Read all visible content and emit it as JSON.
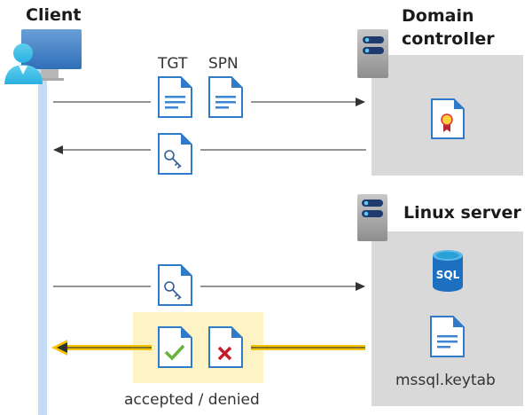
{
  "client": {
    "title": "Client",
    "icon": "client-computer-user-icon"
  },
  "domain_controller": {
    "title_line1": "Domain",
    "title_line2": "controller",
    "icon": "server-icon",
    "content_icon": "certificate-icon"
  },
  "linux_server": {
    "title": "Linux server",
    "icon": "server-icon",
    "content_icon": "sql-database-icon",
    "keytab_label": "mssql.keytab"
  },
  "messages": {
    "request": {
      "labels": [
        "TGT",
        "SPN"
      ],
      "direction": "client-to-domain-controller"
    },
    "ticket_reply": {
      "icon": "key-document-icon",
      "direction": "domain-controller-to-client"
    },
    "service_request": {
      "icon": "key-document-icon",
      "direction": "client-to-linux-server"
    },
    "response": {
      "label": "accepted / denied",
      "icons": [
        "check-document-icon",
        "cross-document-icon"
      ],
      "direction": "linux-server-to-client",
      "highlight_color": "#fdf3c4",
      "arrow_color": "#f5c400"
    }
  },
  "colors": {
    "lifeline": "#c5dcf7",
    "box": "#d9d9d9",
    "doc_blue": "#2f7bc9"
  }
}
